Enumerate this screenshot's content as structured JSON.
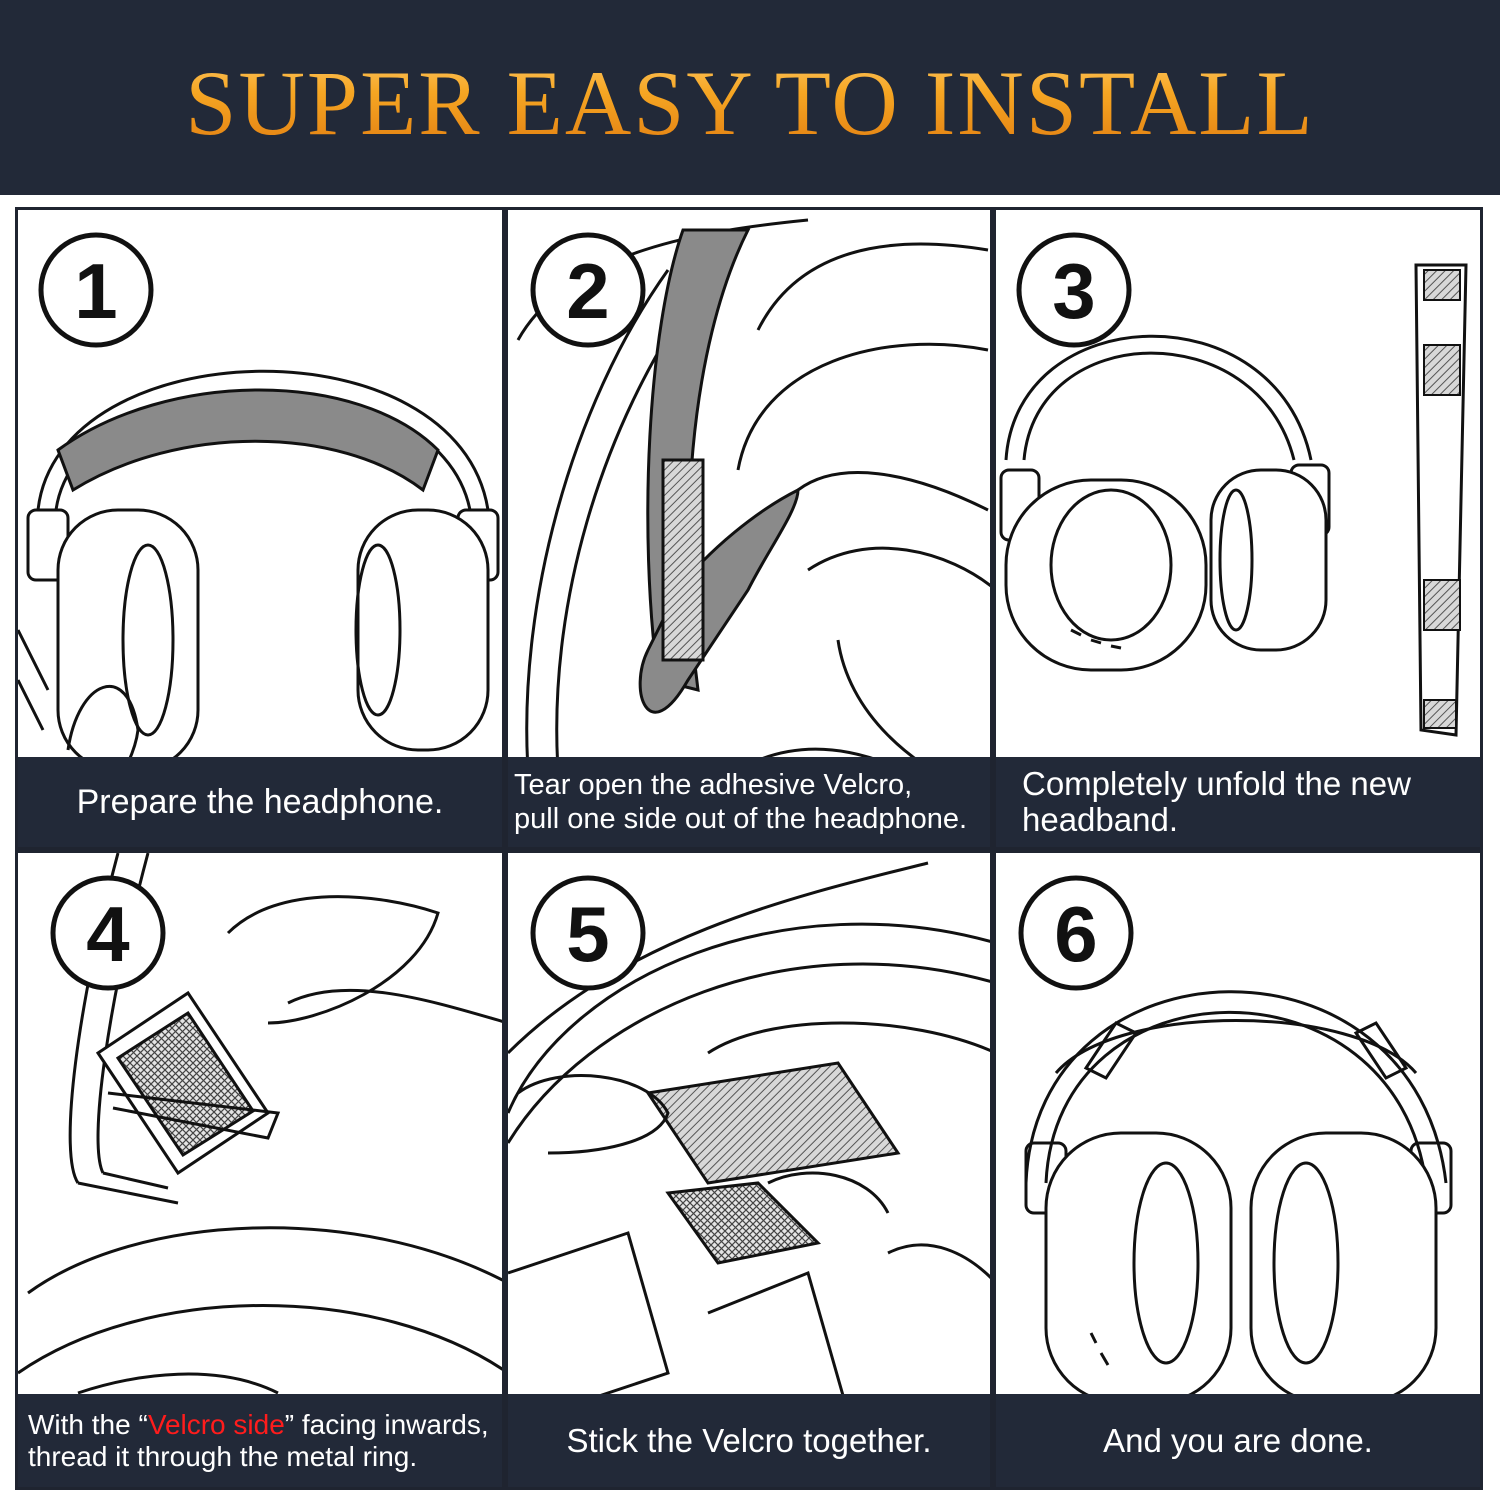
{
  "header": {
    "title": "SUPER EASY TO INSTALL"
  },
  "colors": {
    "header_bg": "#222938",
    "title_gold": "#f6a623",
    "velcro_red": "#ff1c1c",
    "band_gray": "#8a8a8a"
  },
  "steps": [
    {
      "number": "1",
      "caption": "Prepare the headphone."
    },
    {
      "number": "2",
      "caption": "Tear open the adhesive Velcro,\npull one side out of the headphone."
    },
    {
      "number": "3",
      "caption": "Completely unfold the new\nheadband."
    },
    {
      "number": "4",
      "caption_before": "With the “",
      "caption_highlight": "Velcro side",
      "caption_after": "” facing inwards,\nthread it through the metal ring."
    },
    {
      "number": "5",
      "caption": "Stick the Velcro together."
    },
    {
      "number": "6",
      "caption": "And you are done."
    }
  ]
}
